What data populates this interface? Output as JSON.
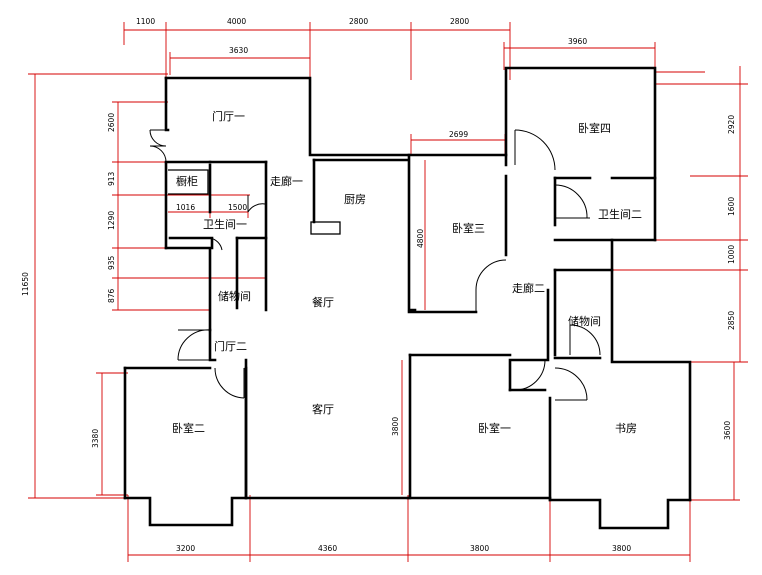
{
  "rooms": {
    "foyer1": "门厅一",
    "cabinet": "橱柜",
    "corridor1": "走廊一",
    "kitchen": "厨房",
    "bathroom1": "卫生间一",
    "storage1": "储物间",
    "dining": "餐厅",
    "foyer2": "门厅二",
    "bedroom2": "卧室二",
    "living": "客厅",
    "bedroom4": "卧室四",
    "bedroom3": "卧室三",
    "bathroom2": "卫生间二",
    "corridor2": "走廊二",
    "storage2": "储物间",
    "bedroom1": "卧室一",
    "study": "书房"
  },
  "dims_top": {
    "d1100": "1100",
    "d4000": "4000",
    "d2800a": "2800",
    "d2800b": "2800",
    "d3630": "3630",
    "d3960": "3960",
    "d2699": "2699"
  },
  "dims_left": {
    "d11650": "11650",
    "d2600": "2600",
    "d913": "913",
    "d1290": "1290",
    "d935": "935",
    "d876": "876",
    "d3380": "3380"
  },
  "dims_inner": {
    "d1016": "1016",
    "d1500": "1500",
    "d4800": "4800",
    "d3800": "3800"
  },
  "dims_right": {
    "d2920": "2920",
    "d1600": "1600",
    "d1000": "1000",
    "d2850": "2850",
    "d3600": "3600"
  },
  "dims_bottom": {
    "d3200": "3200",
    "d4360": "4360",
    "d3800a": "3800",
    "d3800b": "3800"
  }
}
